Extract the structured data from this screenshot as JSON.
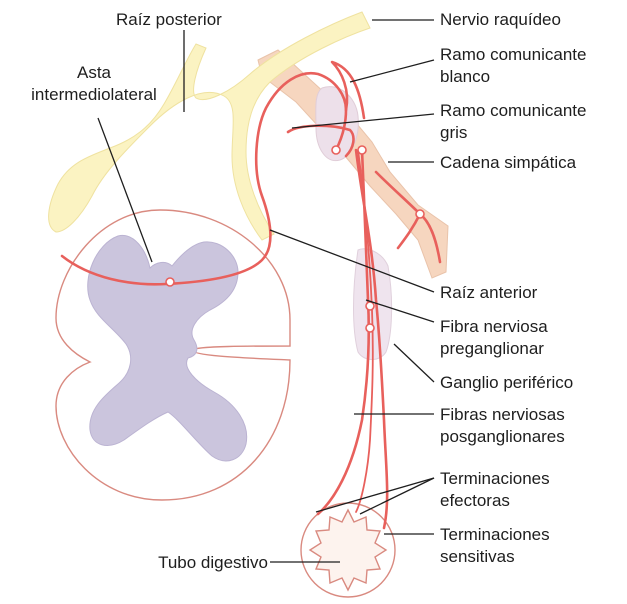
{
  "labels": {
    "raiz_posterior": "Raíz posterior",
    "asta_line1": "Asta",
    "asta_line2": "intermediolateral",
    "nervio_raquideo": "Nervio raquídeo",
    "ramo_blanco_line1": "Ramo comunicante",
    "ramo_blanco_line2": "blanco",
    "ramo_gris_line1": "Ramo comunicante",
    "ramo_gris_line2": "gris",
    "cadena_simpatica": "Cadena simpática",
    "raiz_anterior": "Raíz anterior",
    "fibra_pre_line1": "Fibra nerviosa",
    "fibra_pre_line2": "preganglionar",
    "ganglio_periferico": "Ganglio periférico",
    "fibras_pos_line1": "Fibras nerviosas",
    "fibras_pos_line2": "posganglionares",
    "term_efec_line1": "Terminaciones",
    "term_efec_line2": "efectoras",
    "term_sens_line1": "Terminaciones",
    "term_sens_line2": "sensitivas",
    "tubo_digestivo": "Tubo digestivo"
  },
  "colors": {
    "nerve_fiber": "#e8605c",
    "dorsal_root": "#fbf3c2",
    "gray_matter": "#cbc5dd",
    "spinal_cord_outline": "#d98a80",
    "sympathetic_chain": "#f6d6bf",
    "ganglion": "#efe4ee"
  }
}
